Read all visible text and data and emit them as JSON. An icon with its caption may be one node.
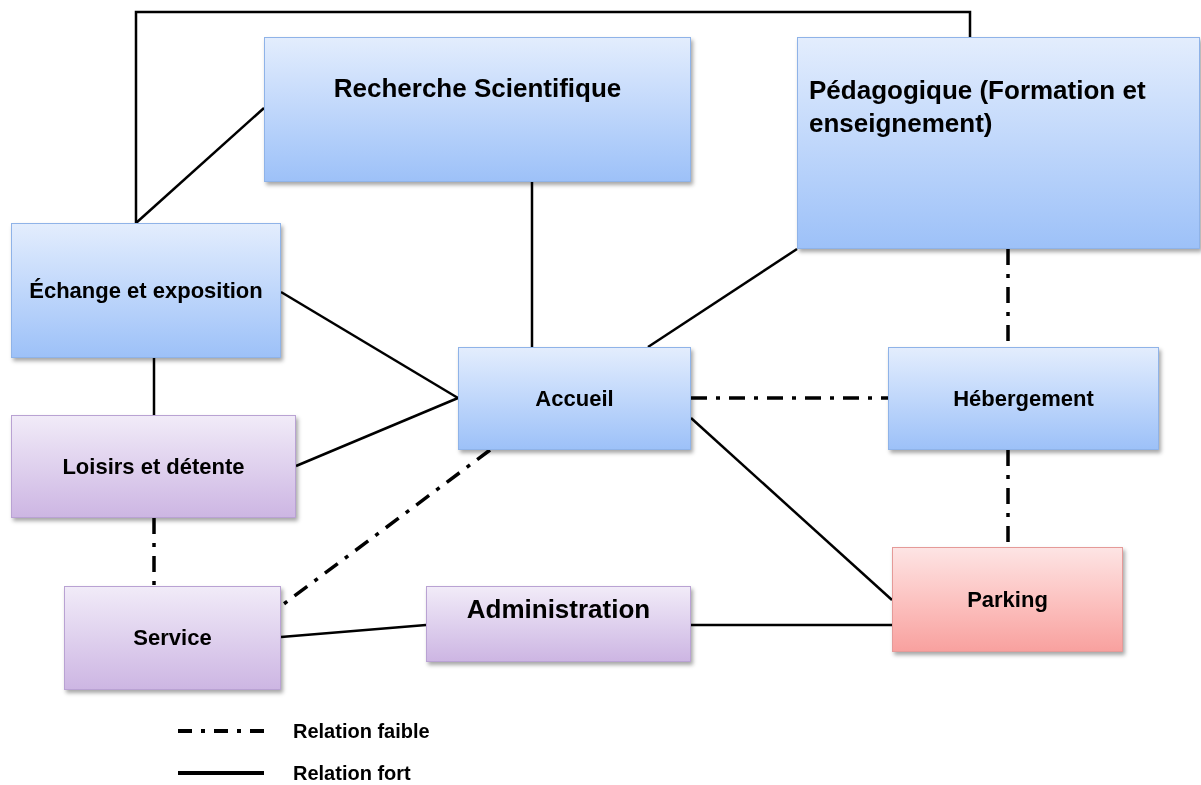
{
  "diagram": {
    "nodes": [
      {
        "text": [
          "Recherche Scientifique"
        ]
      },
      {
        "text": [
          "Pédagogique (Formation et enseignement)"
        ]
      },
      {
        "text": [
          "Échange et exposition"
        ]
      },
      {
        "text": [
          "Accueil"
        ]
      },
      {
        "text": [
          "Hébergement"
        ]
      },
      {
        "text": [
          "Loisirs et détente"
        ]
      },
      {
        "text": [
          "Service"
        ]
      },
      {
        "text": [
          "Administration"
        ]
      },
      {
        "text": [
          "Parking"
        ]
      }
    ],
    "edges": [
      {
        "from": 2,
        "to": 1,
        "arrow": "none"
      },
      {
        "from": 2,
        "to": 0,
        "arrow": "none"
      },
      {
        "from": 0,
        "to": 3,
        "arrow": "none"
      },
      {
        "from": 1,
        "to": 3,
        "arrow": "none"
      },
      {
        "from": 2,
        "to": 3,
        "arrow": "none"
      },
      {
        "from": 5,
        "to": 3,
        "arrow": "none"
      },
      {
        "from": 2,
        "to": 5,
        "arrow": "none"
      },
      {
        "from": 5,
        "to": 6,
        "arrow": "none",
        "style": "dashed"
      },
      {
        "from": 3,
        "to": 6,
        "arrow": "none",
        "style": "dashed"
      },
      {
        "from": 3,
        "to": 4,
        "arrow": "none",
        "style": "dashed"
      },
      {
        "from": 1,
        "to": 4,
        "arrow": "none",
        "style": "dashed"
      },
      {
        "from": 4,
        "to": 8,
        "arrow": "none",
        "style": "dashed"
      },
      {
        "from": 3,
        "to": 8,
        "arrow": "none"
      },
      {
        "from": 6,
        "to": 7,
        "arrow": "none"
      },
      {
        "from": 7,
        "to": 8,
        "arrow": "none"
      }
    ],
    "legend": [
      {
        "text": "Relation faible"
      },
      {
        "text": "Relation fort"
      }
    ]
  }
}
